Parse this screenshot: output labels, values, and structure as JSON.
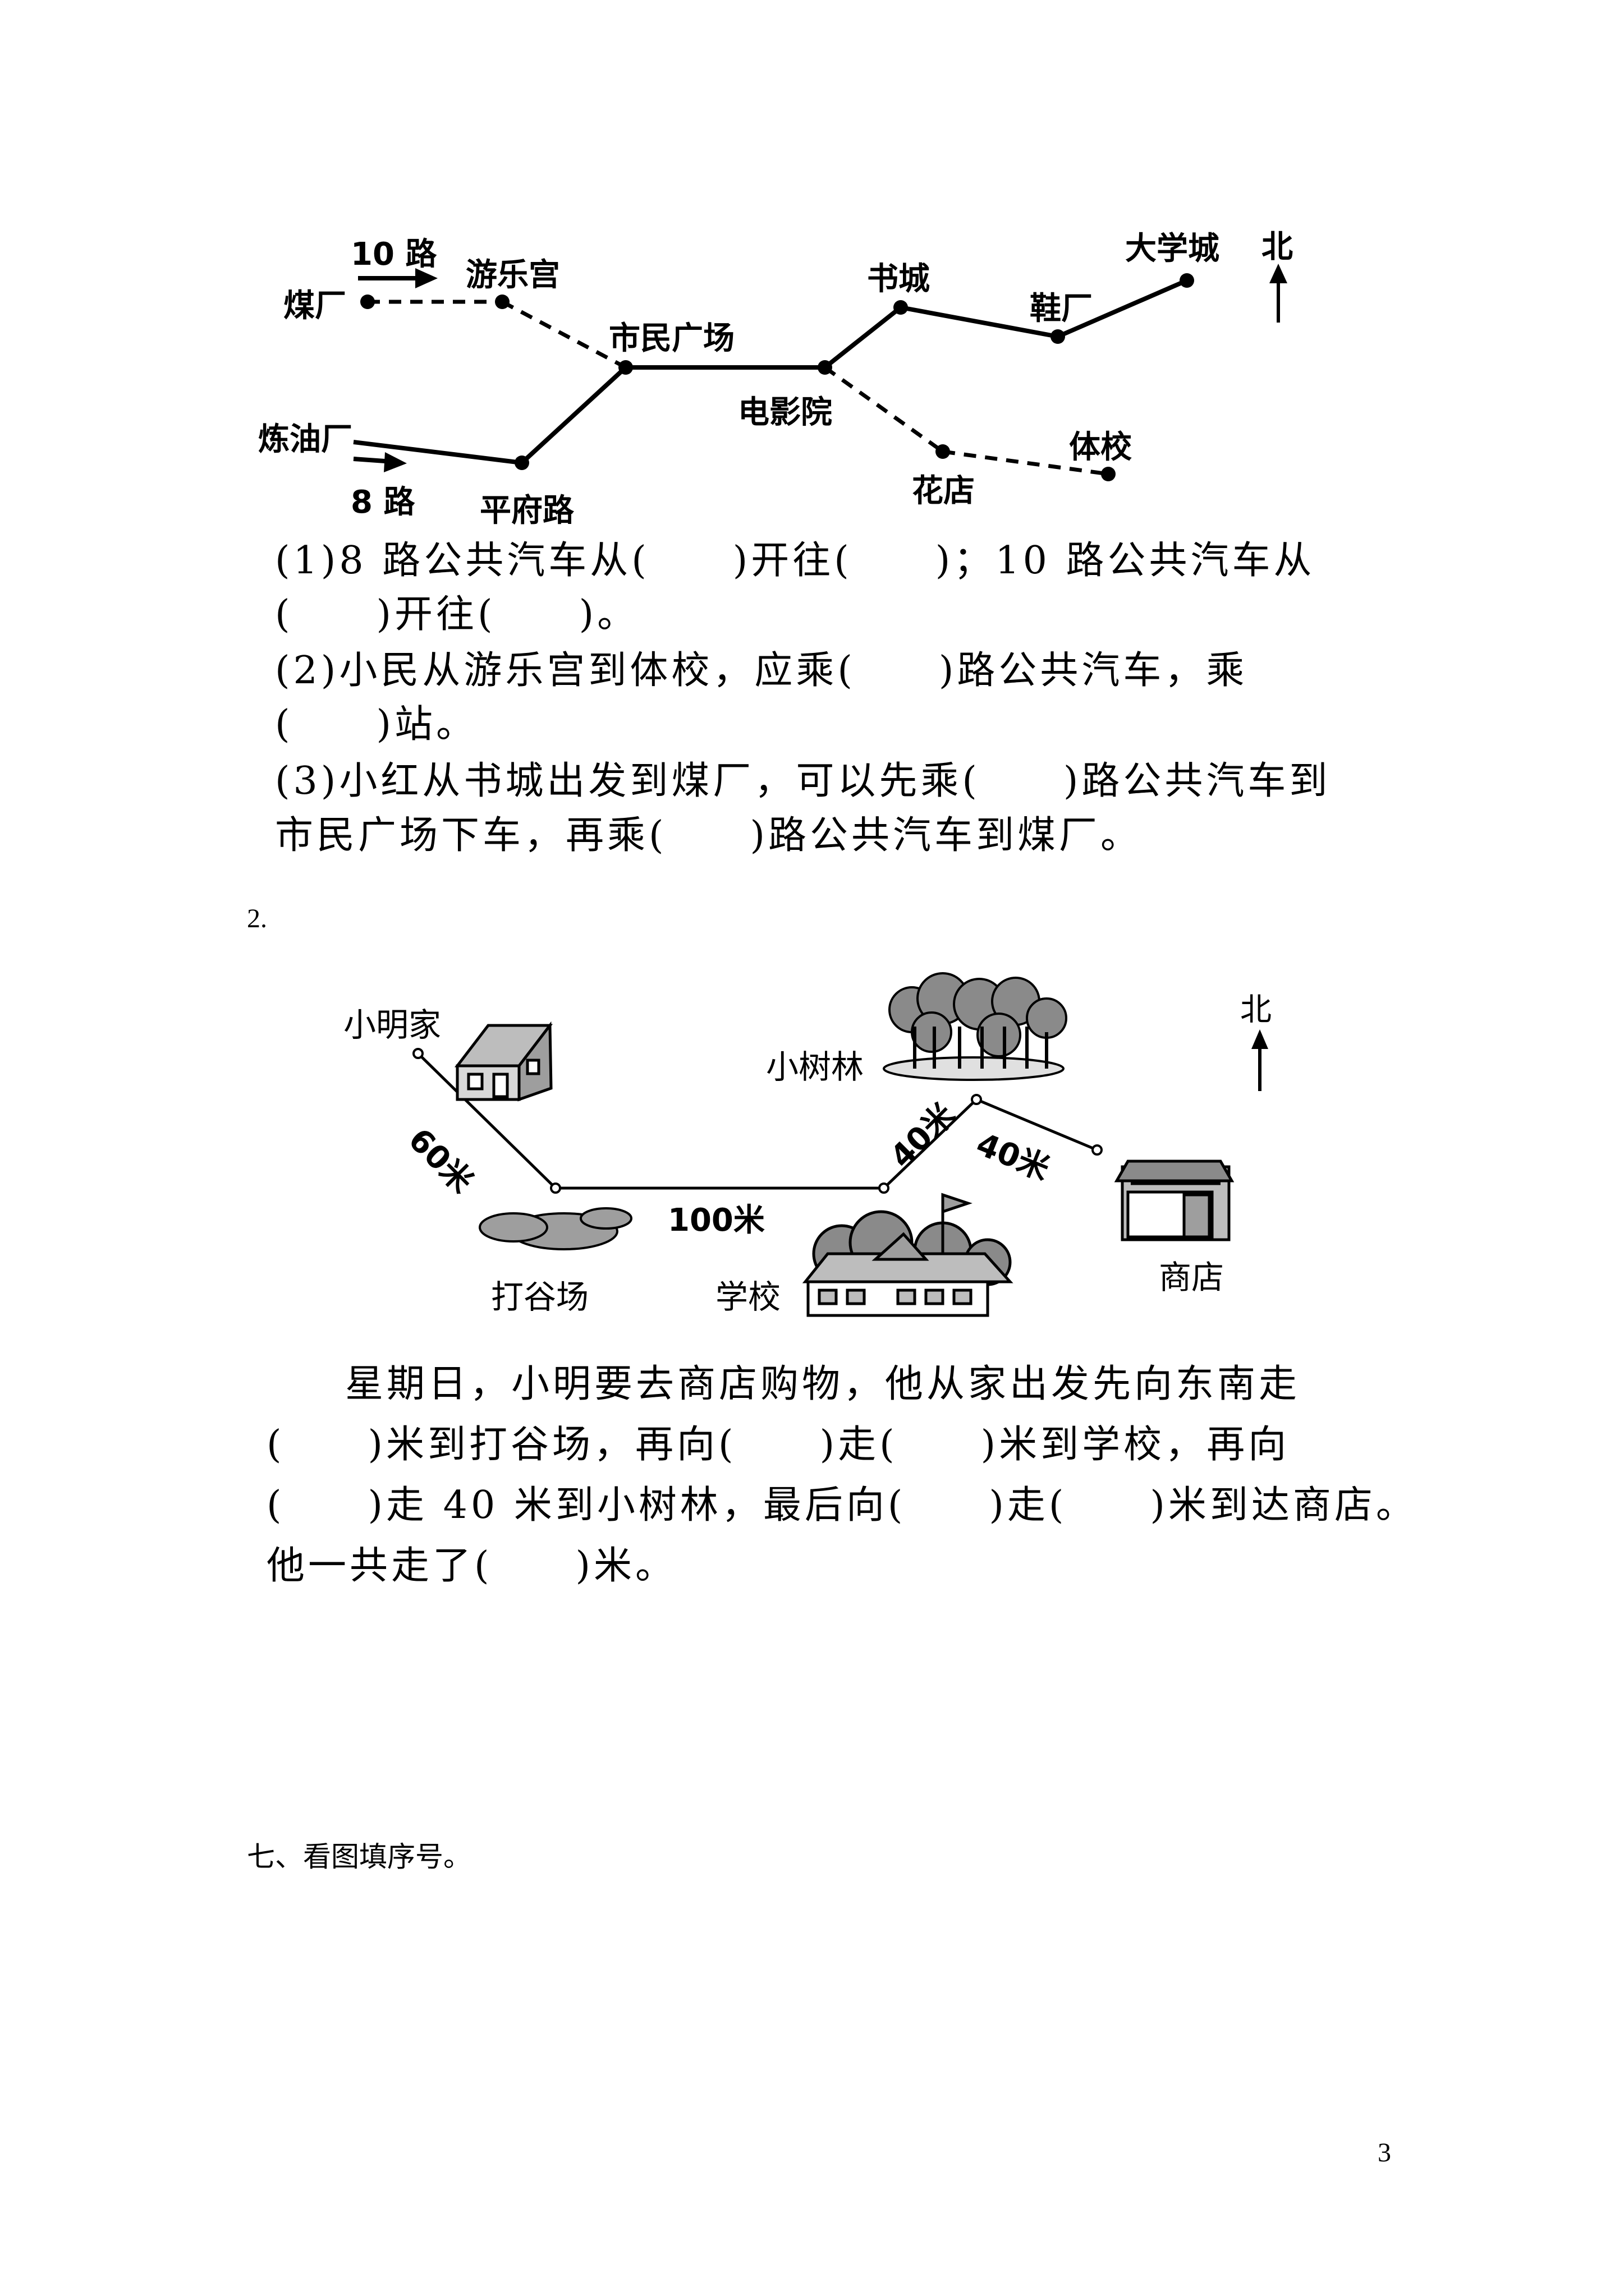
{
  "map1": {
    "labels": {
      "route10": "10 路",
      "meichang": "煤厂",
      "youlegong": "游乐宫",
      "shimin": "市民广场",
      "shucheng": "书城",
      "xiechang": "鞋厂",
      "daxue": "大学城",
      "north": "北",
      "lianyou": "炼油厂",
      "route8": "8 路",
      "pingfu": "平府路",
      "dianying": "电影院",
      "huadian": "花店",
      "tixiao": "体校"
    }
  },
  "q1": {
    "line1": "(1)8 路公共汽车从(　　)开往(　　)；10 路公共汽车从",
    "line2": "(　　)开往(　　)。",
    "line3": "(2)小民从游乐宫到体校，应乘(　　)路公共汽车，乘",
    "line4": "(　　)站。",
    "line5": "(3)小红从书城出发到煤厂，可以先乘(　　)路公共汽车到",
    "line6": "市民广场下车，再乘(　　)路公共汽车到煤厂。"
  },
  "section2_number": "2.",
  "map2": {
    "labels": {
      "home": "小明家",
      "forest": "小树林",
      "north": "北",
      "d60": "60米",
      "d40a": "40米",
      "d40b": "40米",
      "d100": "100米",
      "threshing": "打谷场",
      "school": "学校",
      "shop": "商店"
    }
  },
  "q2": {
    "line1": "星期日，小明要去商店购物，他从家出发先向东南走",
    "line2": "(　　)米到打谷场，再向(　　)走(　　)米到学校，再向",
    "line3": "(　　)走 40 米到小树林，最后向(　　)走(　　)米到达商店。",
    "line4": "他一共走了(　　)米。"
  },
  "section7_title": "七、看图填序号。",
  "page_number": "3"
}
